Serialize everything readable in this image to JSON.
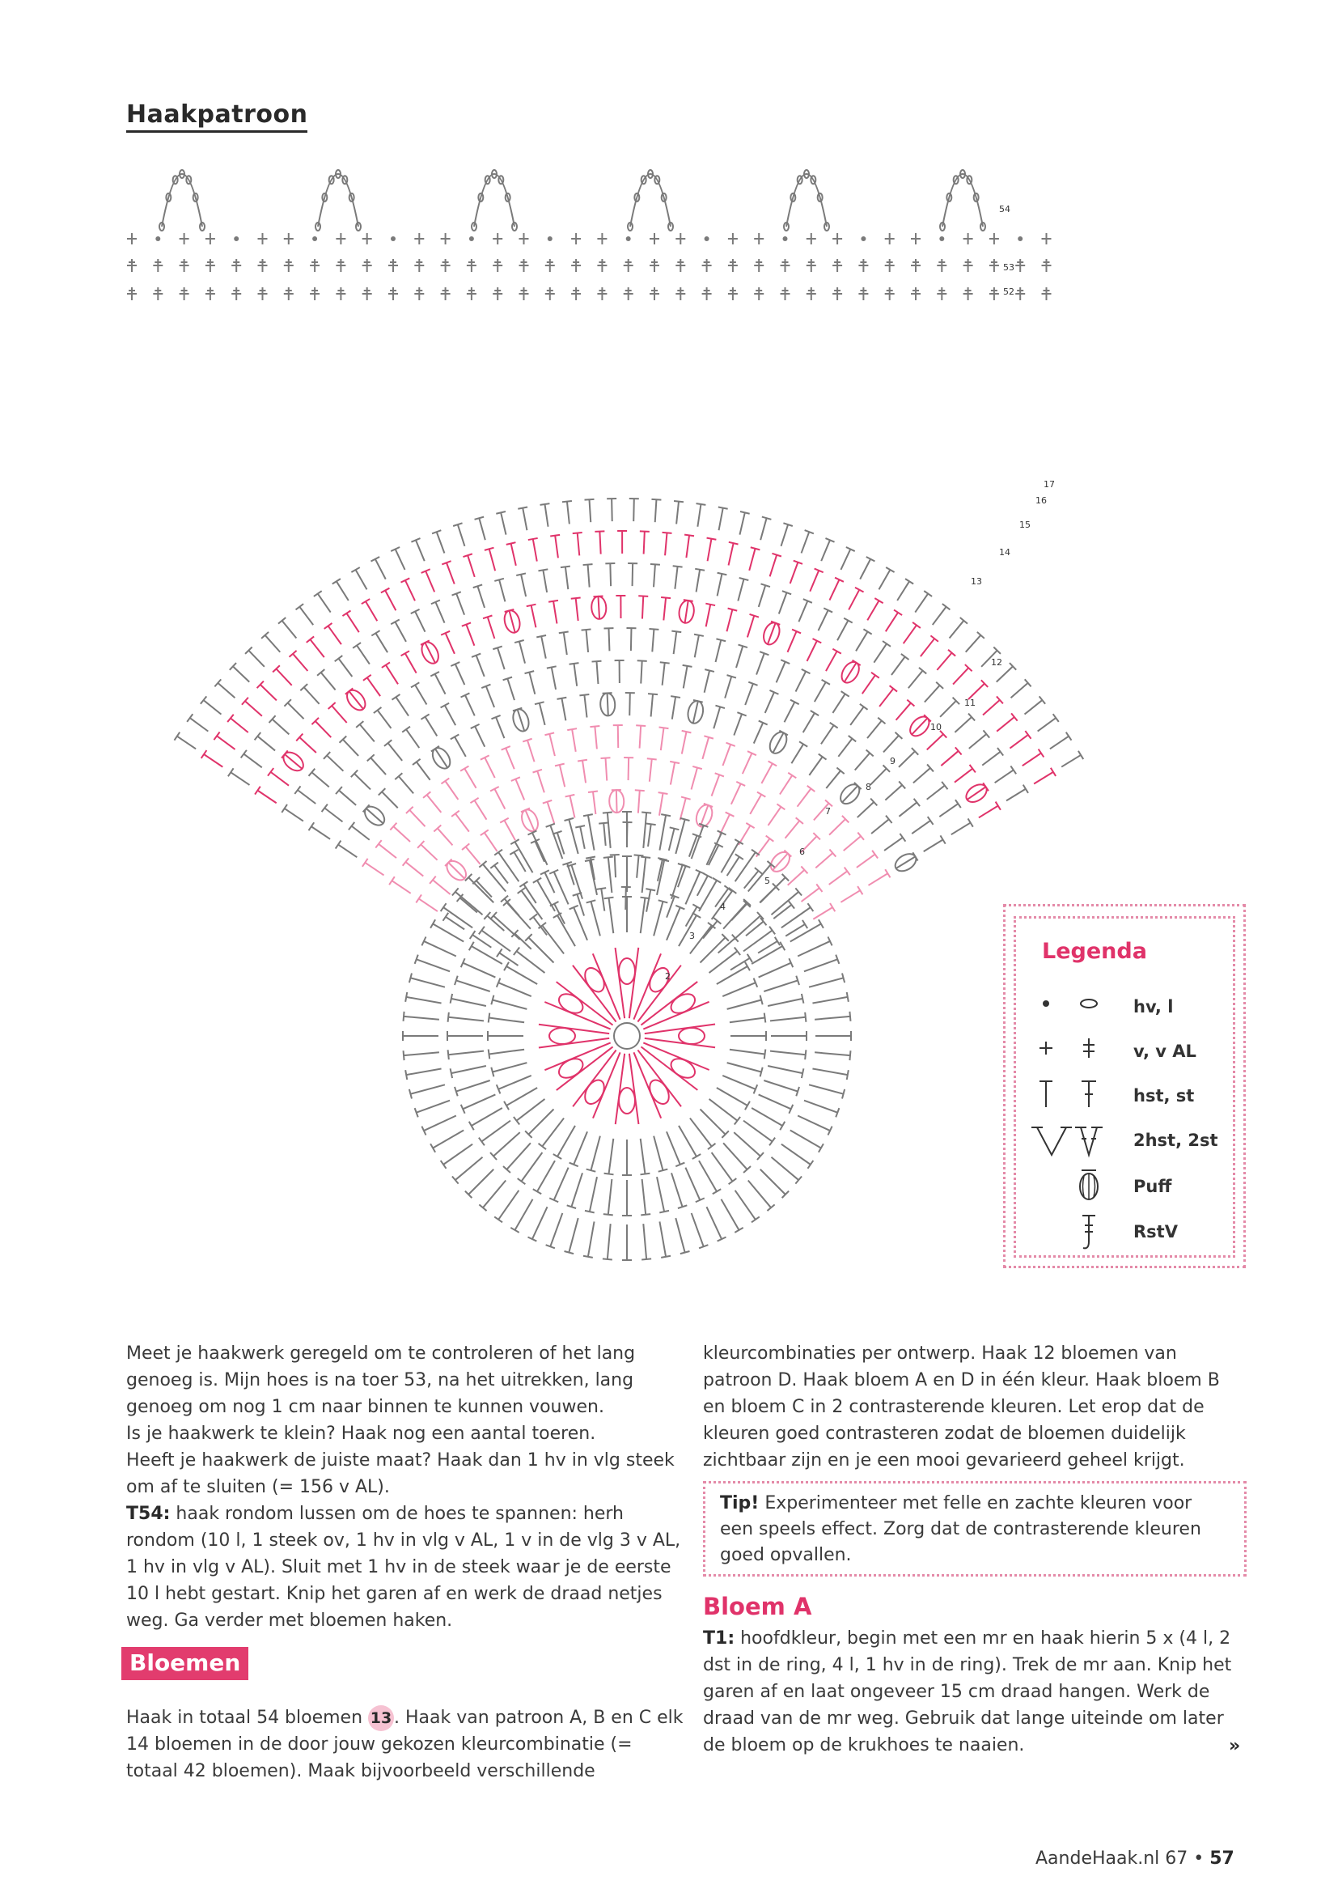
{
  "page": {
    "heading": "Haakpatroon",
    "footer_site": "AandeHaak.nl 67",
    "footer_bullet": "•",
    "footer_page": "57"
  },
  "chart_labels": {
    "rows_top": [
      "54",
      "53",
      "52"
    ],
    "rows_fan": [
      "17",
      "16",
      "15",
      "14",
      "13",
      "12",
      "11",
      "10",
      "9",
      "8",
      "7",
      "6",
      "5",
      "4",
      "3",
      "2"
    ]
  },
  "legend": {
    "title": "Legenda",
    "items": [
      {
        "label": "hv, l",
        "icon": "dot-chain-icon"
      },
      {
        "label": "v, v AL",
        "icon": "cross-icon"
      },
      {
        "label": "hst, st",
        "icon": "t-stitch-icon"
      },
      {
        "label": "2hst, 2st",
        "icon": "v-stitch-icon"
      },
      {
        "label": "Puff",
        "icon": "puff-icon"
      },
      {
        "label": "RstV",
        "icon": "rstv-icon"
      }
    ]
  },
  "left_column": {
    "p1": "Meet je haakwerk geregeld om te controleren of het lang genoeg is. Mijn hoes is na toer 53, na het uitrekken, lang genoeg om nog 1 cm naar binnen te kunnen vouwen.",
    "p2": "Is je haakwerk te klein? Haak nog een aantal toeren.",
    "p3": "Heeft je haakwerk de juiste maat? Haak dan 1 hv in vlg steek om af te sluiten (= 156 v AL).",
    "p4_key": "T54:",
    "p4": " haak rondom lussen om de hoes te spannen: herh rondom (10 l, 1 steek ov, 1 hv in vlg v AL, 1 v in de vlg 3 v AL, 1 hv in vlg v AL). Sluit met 1 hv in de steek waar je de eerste 10 l hebt gestart. Knip het garen af en werk de draad netjes weg. Ga verder met bloemen haken."
  },
  "bloemen": {
    "title": "Bloemen",
    "text_before": "Haak in totaal 54 bloemen ",
    "badge": "13",
    "text_after": ". Haak van patroon A, B en C elk 14 bloemen in de door jouw gekozen kleurcombinatie (= totaal 42 bloemen). Maak bijvoorbeeld verschillende"
  },
  "right_column": {
    "p1": "kleurcombinaties per ontwerp. Haak 12 bloemen van patroon D. Haak bloem A en D in één kleur. Haak bloem B en bloem C in 2 contrasterende kleuren. Let erop dat de kleuren goed contrasteren zodat de bloemen duidelijk zichtbaar zijn en je een mooi gevarieerd geheel krijgt.",
    "tip_key": "Tip!",
    "tip": " Experimenteer met felle en zachte kleuren voor een speels effect. Zorg dat de contrasterende kleuren goed opvallen.",
    "bloem_title": "Bloem A",
    "t1_key": "T1:",
    "t1": " hoofdkleur, begin met een mr en haak hierin 5 x (4 l, 2 dst in de ring, 4 l, 1 hv in de ring). Trek de mr aan. Knip het garen af en laat ongeveer 15 cm draad hangen. Werk de draad van de mr weg. Gebruik dat lange uiteinde om later de bloem op de krukhoes te naaien.",
    "continue_mark": "»"
  },
  "colors": {
    "grey": "#7a7a7a",
    "pink": "#e0336a",
    "light_pink": "#f08db0",
    "border_pink": "#e48aa8"
  }
}
